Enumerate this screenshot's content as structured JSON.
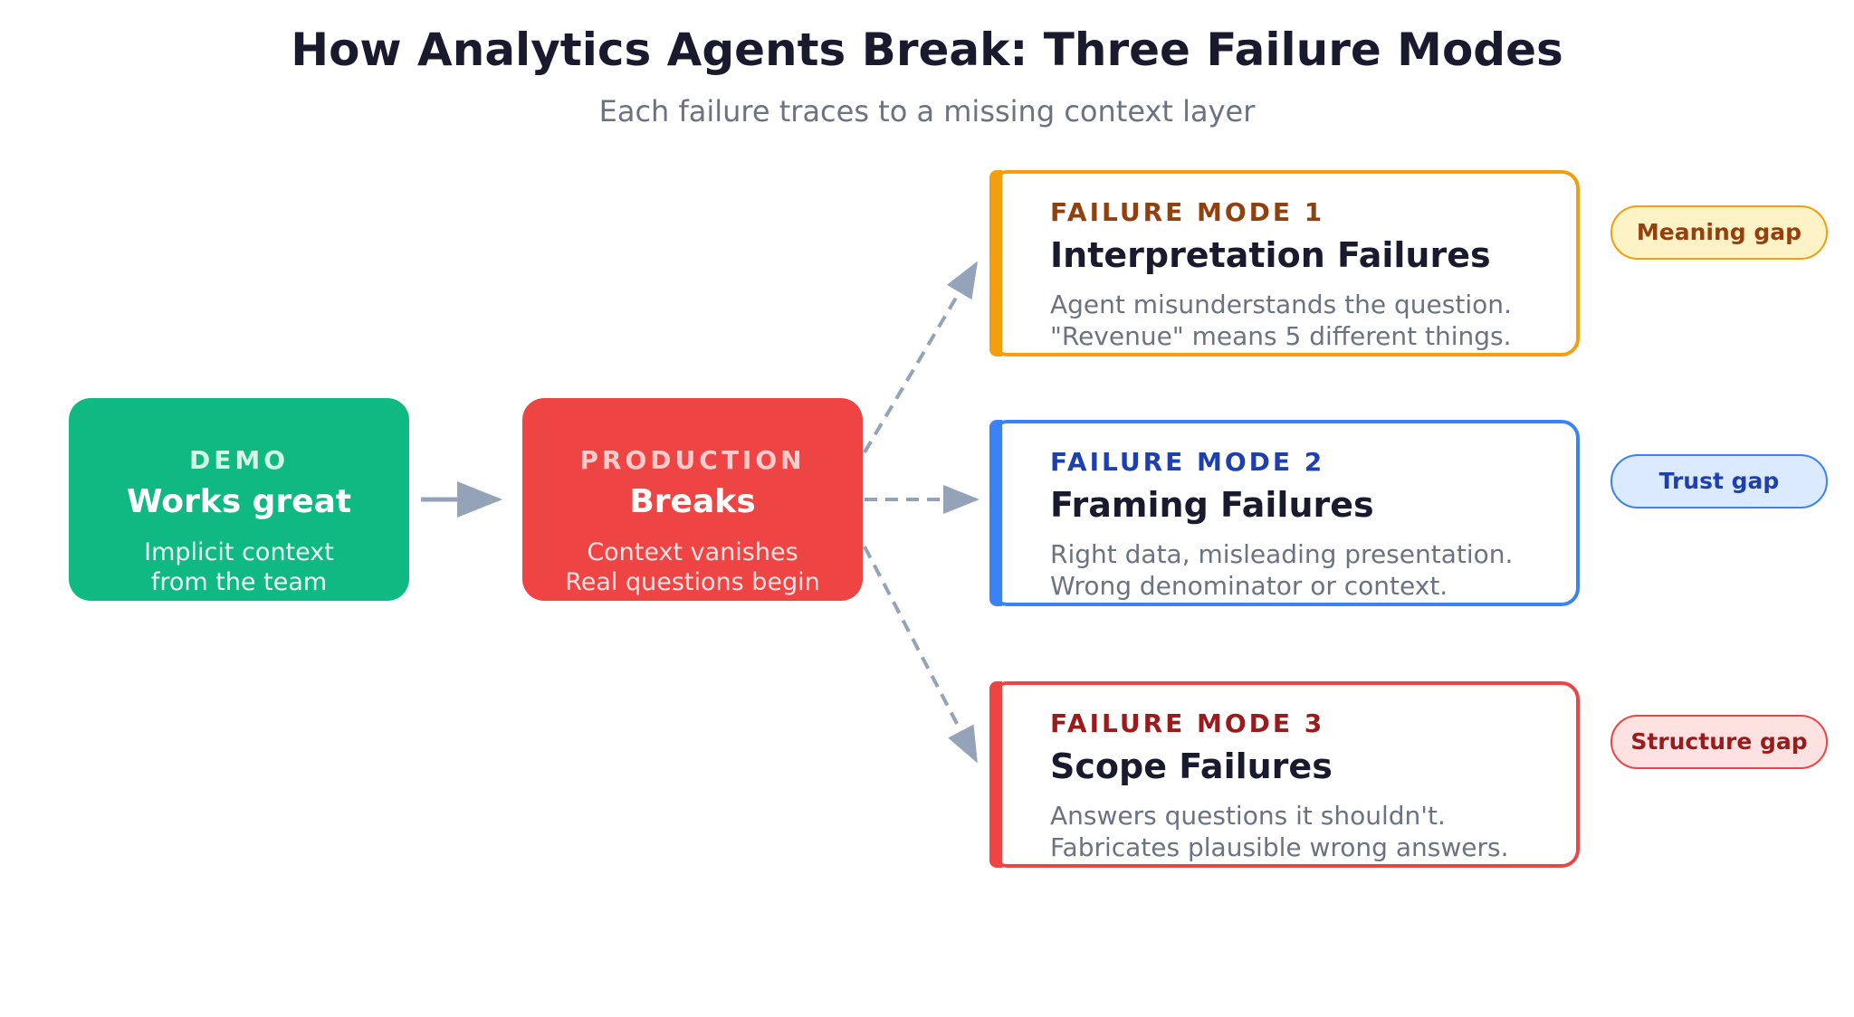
{
  "header": {
    "title": "How Analytics Agents Break: Three Failure Modes",
    "subtitle": "Each failure traces to a missing context layer"
  },
  "stages": [
    {
      "label": "DEMO",
      "headline": "Works great",
      "lines": [
        "Implicit context",
        "from the team"
      ],
      "color": "#10b981"
    },
    {
      "label": "PRODUCTION",
      "headline": "Breaks",
      "lines": [
        "Context vanishes",
        "Real questions begin"
      ],
      "color": "#ef4444"
    }
  ],
  "failure_modes": [
    {
      "label": "FAILURE MODE 1",
      "title": "Interpretation Failures",
      "description": [
        "Agent misunderstands the question.",
        "\"Revenue\" means 5 different things."
      ],
      "gap": "Meaning gap",
      "color": "#f59e0b"
    },
    {
      "label": "FAILURE MODE 2",
      "title": "Framing Failures",
      "description": [
        "Right data, misleading presentation.",
        "Wrong denominator or context."
      ],
      "gap": "Trust gap",
      "color": "#3b82f6"
    },
    {
      "label": "FAILURE MODE 3",
      "title": "Scope Failures",
      "description": [
        "Answers questions it shouldn't.",
        "Fabricates plausible wrong answers."
      ],
      "gap": "Structure gap",
      "color": "#ef4444"
    }
  ],
  "arrow_color": "#94a3b8"
}
